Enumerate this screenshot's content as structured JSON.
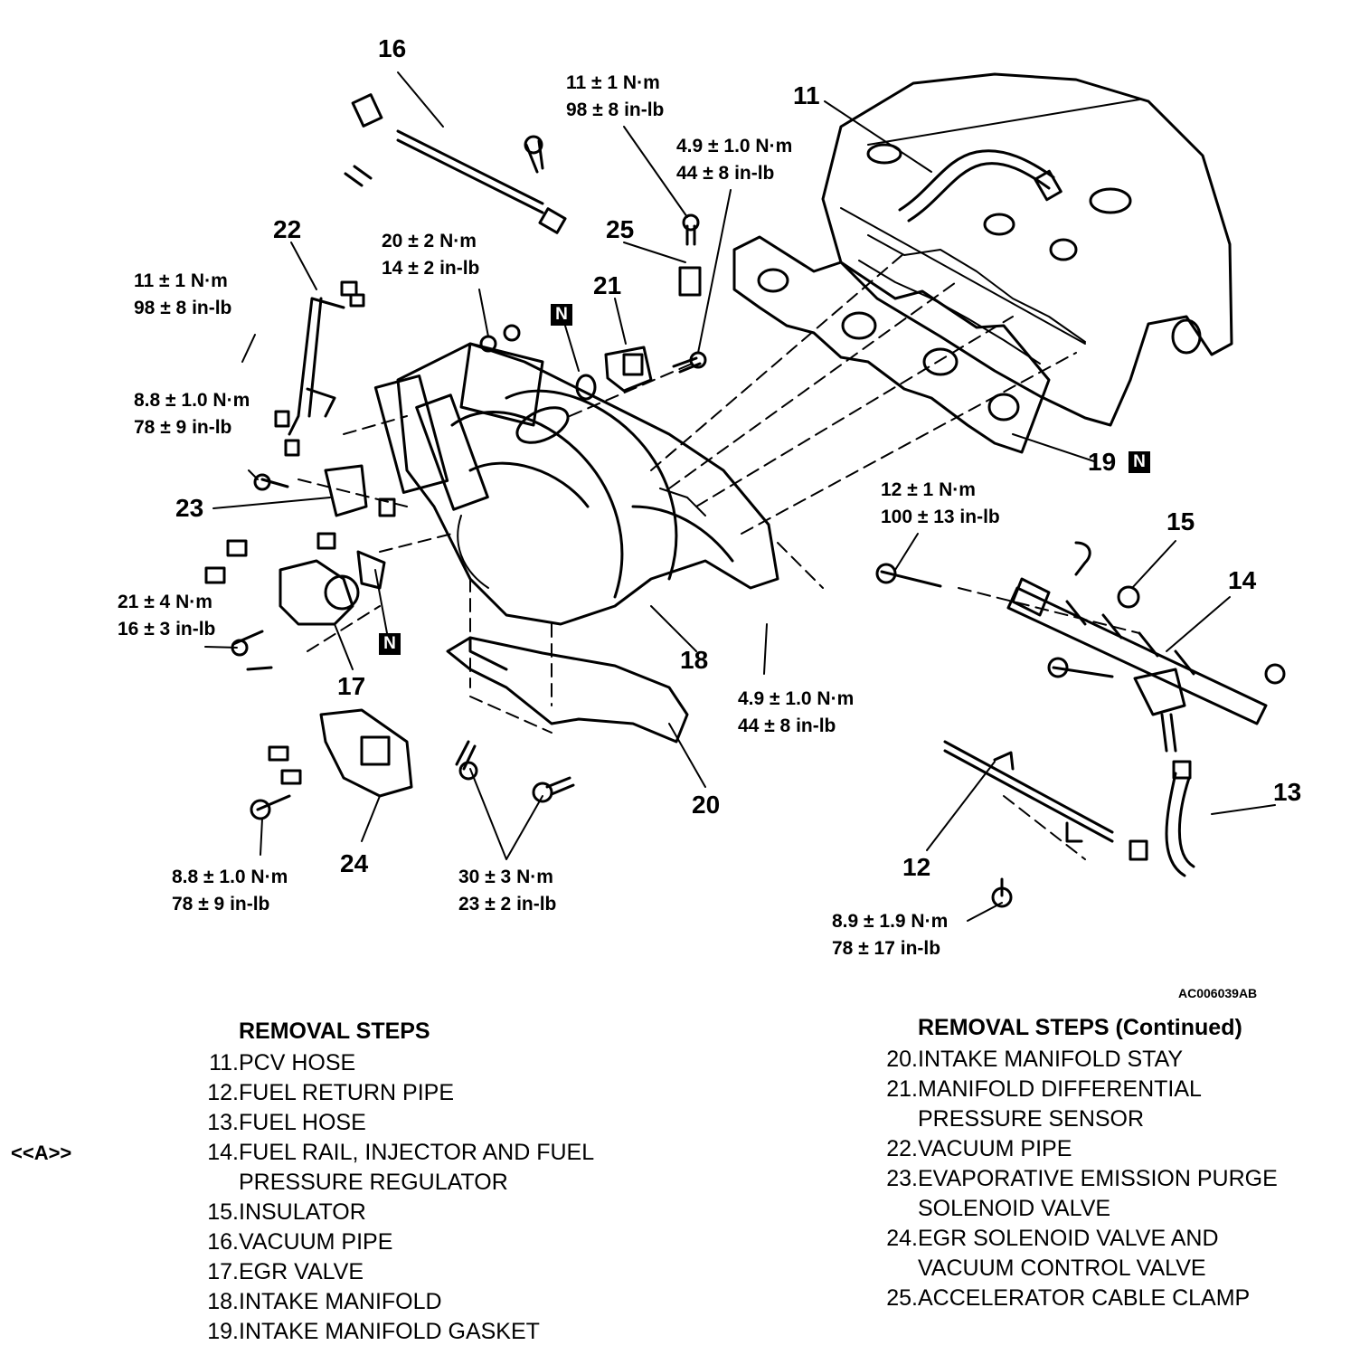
{
  "figure_id": "AC006039AB",
  "callouts": [
    "11",
    "12",
    "13",
    "14",
    "15",
    "16",
    "17",
    "18",
    "19",
    "20",
    "21",
    "22",
    "23",
    "24",
    "25"
  ],
  "n_marker": "N",
  "torque_specs": [
    {
      "metric": "11 ± 1 N·m",
      "imperial": "98 ± 8 in-lb"
    },
    {
      "metric": "4.9 ± 1.0 N·m",
      "imperial": "44 ± 8 in-lb"
    },
    {
      "metric": "20 ± 2 N·m",
      "imperial": "14 ± 2 in-lb"
    },
    {
      "metric": "11 ± 1 N·m",
      "imperial": "98 ± 8 in-lb"
    },
    {
      "metric": "8.8 ± 1.0 N·m",
      "imperial": "78 ± 9 in-lb"
    },
    {
      "metric": "12 ± 1 N·m",
      "imperial": "100 ± 13 in-lb"
    },
    {
      "metric": "21 ± 4 N·m",
      "imperial": "16 ± 3 in-lb"
    },
    {
      "metric": "4.9 ± 1.0 N·m",
      "imperial": "44 ± 8 in-lb"
    },
    {
      "metric": "8.8 ± 1.0 N·m",
      "imperial": "78 ± 9 in-lb"
    },
    {
      "metric": "30 ± 3 N·m",
      "imperial": "23 ± 2 in-lb"
    },
    {
      "metric": "8.9 ± 1.9 N·m",
      "imperial": "78 ± 17 in-lb"
    }
  ],
  "removal_steps": {
    "heading": "REMOVAL STEPS",
    "marker": "<<A>>",
    "items": [
      {
        "num": "11.",
        "lines": [
          "PCV HOSE"
        ]
      },
      {
        "num": "12.",
        "lines": [
          "FUEL RETURN PIPE"
        ]
      },
      {
        "num": "13.",
        "lines": [
          "FUEL HOSE"
        ]
      },
      {
        "num": "14.",
        "lines": [
          "FUEL RAIL, INJECTOR AND FUEL",
          "PRESSURE REGULATOR"
        ]
      },
      {
        "num": "15.",
        "lines": [
          "INSULATOR"
        ]
      },
      {
        "num": "16.",
        "lines": [
          "VACUUM PIPE"
        ]
      },
      {
        "num": "17.",
        "lines": [
          "EGR VALVE"
        ]
      },
      {
        "num": "18.",
        "lines": [
          "INTAKE MANIFOLD"
        ]
      },
      {
        "num": "19.",
        "lines": [
          "INTAKE MANIFOLD GASKET"
        ]
      }
    ]
  },
  "removal_steps_continued": {
    "heading": "REMOVAL STEPS (Continued)",
    "items": [
      {
        "num": "20.",
        "lines": [
          "INTAKE MANIFOLD STAY"
        ]
      },
      {
        "num": "21.",
        "lines": [
          "MANIFOLD DIFFERENTIAL",
          "PRESSURE SENSOR"
        ]
      },
      {
        "num": "22.",
        "lines": [
          "VACUUM PIPE"
        ]
      },
      {
        "num": "23.",
        "lines": [
          "EVAPORATIVE EMISSION PURGE",
          "SOLENOID VALVE"
        ]
      },
      {
        "num": "24.",
        "lines": [
          "EGR SOLENOID VALVE AND",
          "VACUUM CONTROL VALVE"
        ]
      },
      {
        "num": "25.",
        "lines": [
          "ACCELERATOR CABLE CLAMP"
        ]
      }
    ]
  }
}
